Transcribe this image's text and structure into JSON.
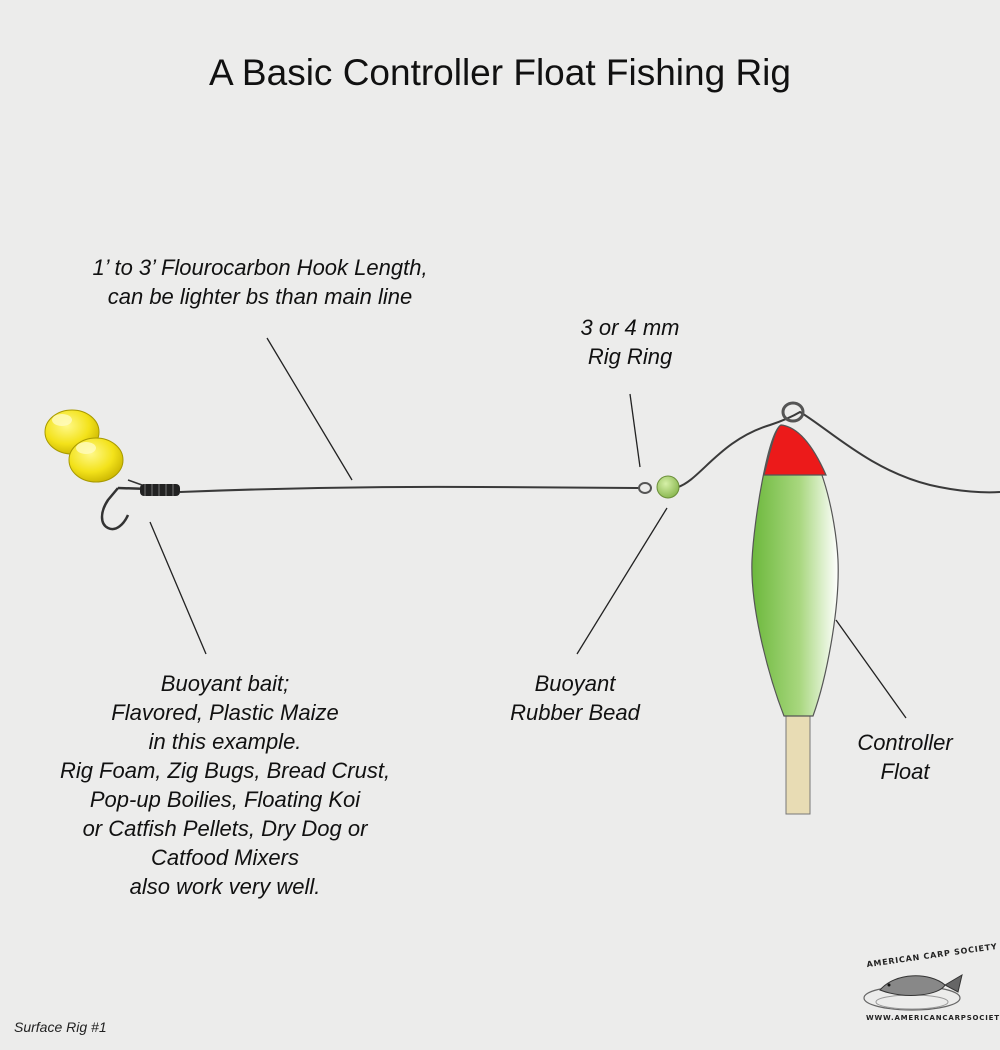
{
  "title": "A Basic Controller Float Fishing Rig",
  "labels": {
    "hook_length": "1’ to 3’ Flourocarbon Hook Length,\ncan be lighter bs than main line",
    "rig_ring": "3 or 4 mm\nRig Ring",
    "bait": "Buoyant bait;\nFlavored, Plastic Maize\nin this example.\nRig Foam, Zig Bugs, Bread Crust,\nPop-up Boilies, Floating Koi\nor Catfish Pellets, Dry Dog or\nCatfood Mixers\nalso work very well.",
    "bead": "Buoyant\nRubber Bead",
    "float": "Controller\nFloat"
  },
  "caption": "Surface Rig #1",
  "logo": {
    "name": "AMERICAN CARP SOCIETY",
    "url": "WWW.AMERICANCARPSOCIETY.COM",
    "icon": "carp-fish-icon"
  },
  "colors": {
    "background": "#ececeb",
    "bait": "#f2e21a",
    "bead": "#a6cf6b",
    "float_body": "#7cc24a",
    "float_tip": "#e8191b",
    "float_stem": "#e4d6a8",
    "line": "#2a2a2a"
  }
}
